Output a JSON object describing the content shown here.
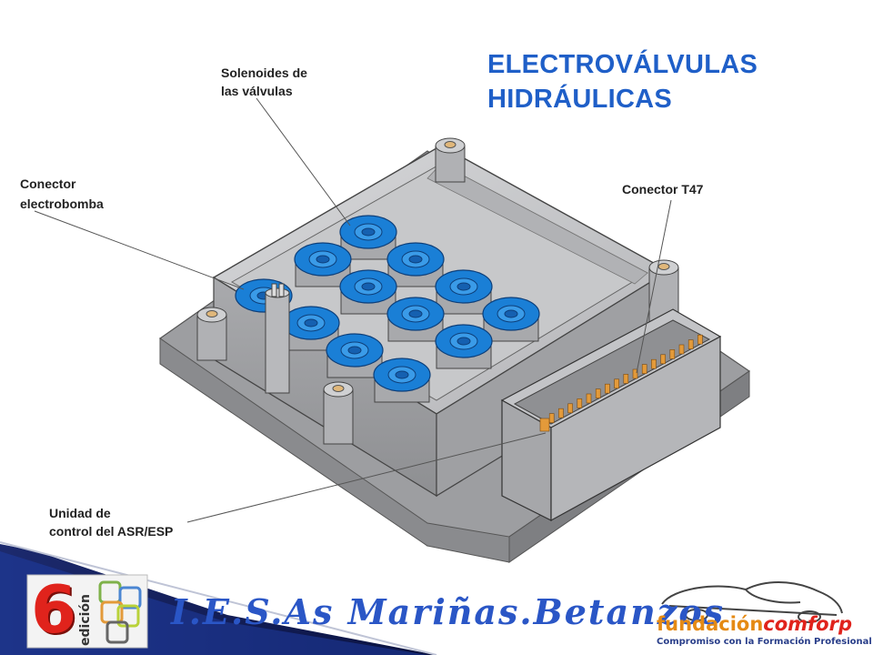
{
  "title": {
    "line1": "ELECTROVÁLVULAS",
    "line2": "HIDRÁULICAS"
  },
  "labels": {
    "solenoides": {
      "line1": "Solenoides de",
      "line2": "las válvulas"
    },
    "conector_electrobomba": {
      "line1": "Conector",
      "line2": "electrobomba"
    },
    "conector_t47": {
      "line1": "Conector T47"
    },
    "unidad_control": {
      "line1": "Unidad de",
      "line2": "control del ASR/ESP"
    }
  },
  "footer": {
    "school": "I.E.S.As Mariñas.Betanzos",
    "badge_number": "6",
    "badge_word": "edición",
    "brand_part1": "fundación",
    "brand_part2": "comforp",
    "brand_tagline": "Compromiso con la Formación Profesional"
  },
  "colors": {
    "title": "#1f5fc8",
    "solenoid": "#1a7fd6",
    "housing": "#b9babc",
    "pin": "#e39a3a",
    "footer_text": "#2a56c6"
  }
}
